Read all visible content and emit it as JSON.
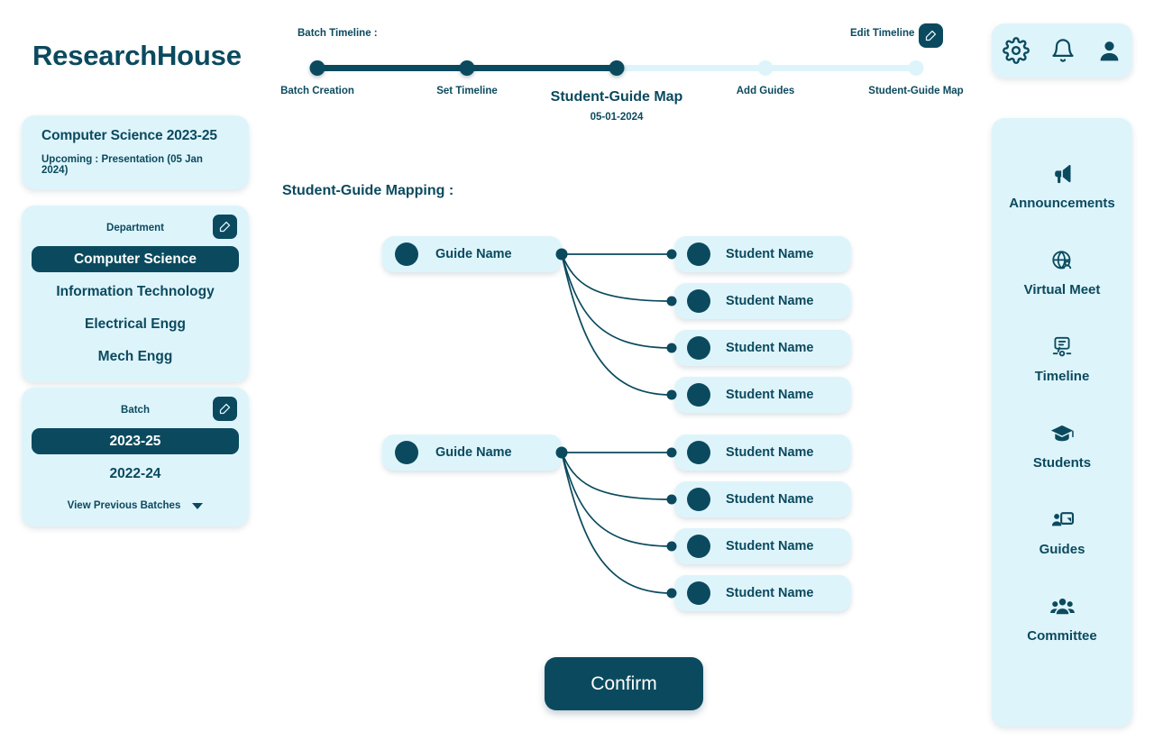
{
  "brand": "ResearchHouse",
  "batch_info": {
    "title": "Computer Science 2023-25",
    "subtitle": "Upcoming : Presentation (05 Jan 2024)"
  },
  "department_panel": {
    "title": "Department",
    "edit_icon": "edit-pencil-icon",
    "options": [
      {
        "label": "Computer Science",
        "selected": true
      },
      {
        "label": "Information Technology",
        "selected": false
      },
      {
        "label": "Electrical Engg",
        "selected": false
      },
      {
        "label": "Mech Engg",
        "selected": false
      }
    ]
  },
  "batch_panel": {
    "title": "Batch",
    "edit_icon": "edit-pencil-icon",
    "options": [
      {
        "label": "2023-25",
        "selected": true
      },
      {
        "label": "2022-24",
        "selected": false
      }
    ],
    "view_previous": "View Previous Batches",
    "caret_icon": "chevron-down-icon"
  },
  "timeline": {
    "label": "Batch Timeline :",
    "edit_label": "Edit Timeline",
    "edit_icon": "edit-pencil-icon",
    "active_index": 2,
    "active_date": "05-01-2024",
    "steps": [
      {
        "label": "Batch Creation",
        "done": true
      },
      {
        "label": "Set Timeline",
        "done": true
      },
      {
        "label": "Student-Guide Map",
        "done": true
      },
      {
        "label": "Add Guides",
        "done": false
      },
      {
        "label": "Student-Guide Map",
        "done": false
      }
    ]
  },
  "mapping": {
    "title": "Student-Guide Mapping :",
    "groups": [
      {
        "guide": "Guide Name",
        "students": [
          "Student Name",
          "Student Name",
          "Student Name",
          "Student Name"
        ]
      },
      {
        "guide": "Guide Name",
        "students": [
          "Student Name",
          "Student Name",
          "Student Name",
          "Student Name"
        ]
      }
    ]
  },
  "confirm_label": "Confirm",
  "topbar": {
    "icons": [
      "gear-icon",
      "bell-icon",
      "user-icon"
    ]
  },
  "rail": {
    "items": [
      {
        "label": "Announcements",
        "icon": "megaphone-icon"
      },
      {
        "label": "Virtual Meet",
        "icon": "globe-user-icon"
      },
      {
        "label": "Timeline",
        "icon": "timeline-icon"
      },
      {
        "label": "Students",
        "icon": "graduation-cap-icon"
      },
      {
        "label": "Guides",
        "icon": "presenter-icon"
      },
      {
        "label": "Committee",
        "icon": "people-group-icon"
      }
    ]
  },
  "colors": {
    "primary_dark": "#0B4A5E",
    "card_light": "#DEF4FB",
    "page_bg": "#FFFFFF"
  }
}
